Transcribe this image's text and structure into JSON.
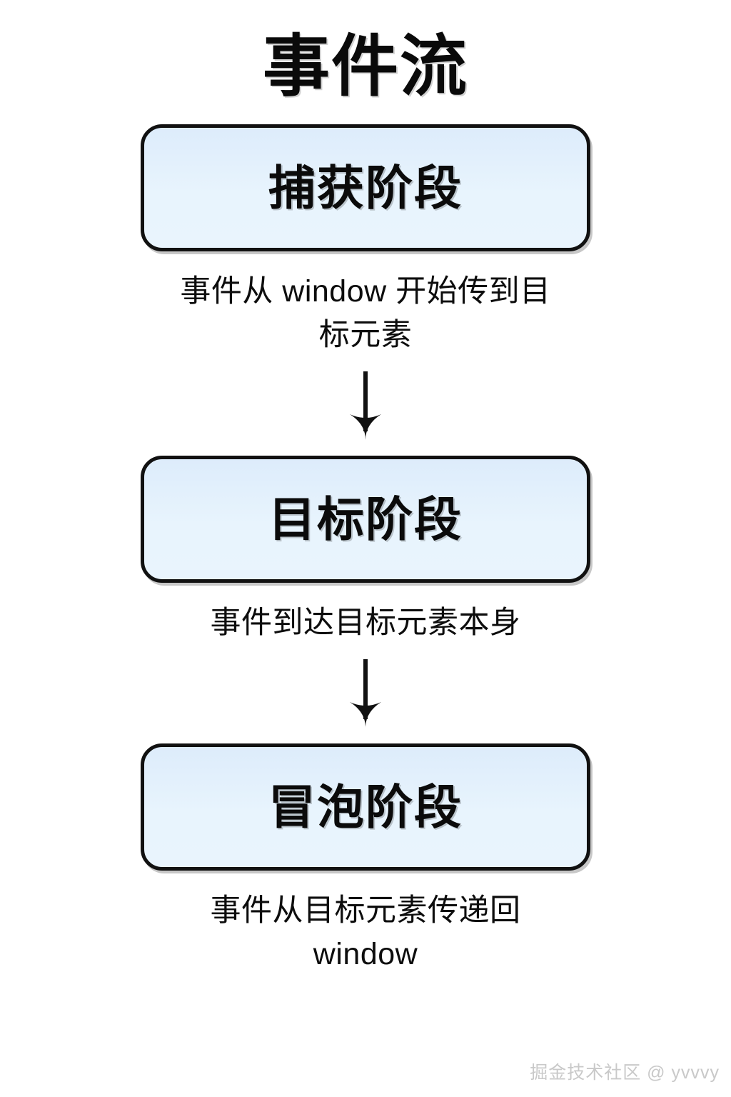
{
  "page": {
    "title": "事件流",
    "background_color": "#ffffff",
    "text_color": "#111111"
  },
  "diagram": {
    "type": "flowchart",
    "orientation": "vertical",
    "box_fill_color": "#e6f2fd",
    "box_border_color": "#111111",
    "arrow_color": "#111111",
    "stages": [
      {
        "label": "捕获阶段",
        "description": "事件从 window 开始传到目标元素",
        "arrow_after": true,
        "arrow_name": "arrow-capture-to-target"
      },
      {
        "label": "目标阶段",
        "description": "事件到达目标元素本身",
        "arrow_after": true,
        "arrow_name": "arrow-target-to-bubble"
      },
      {
        "label": "冒泡阶段",
        "description": "事件从目标元素传递回 window",
        "arrow_after": false,
        "arrow_name": ""
      }
    ]
  },
  "watermark": {
    "text": "掘金技术社区 @ yvvvy",
    "color": "#c9c9c9"
  }
}
